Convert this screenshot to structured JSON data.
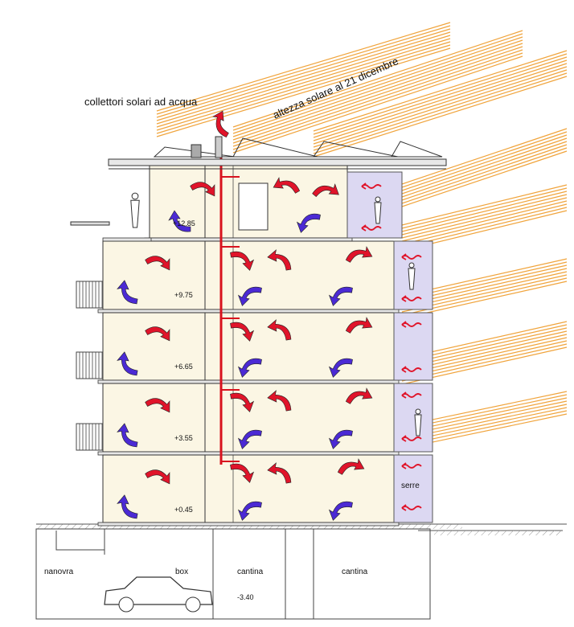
{
  "labels": {
    "solar_collectors": "collettori solari ad acqua",
    "sun_altitude": "altezza solare al 21 dicembre",
    "greenhouse": "serre",
    "garage": "nanovra",
    "box": "box",
    "cellar_1": "cantina",
    "cellar_2": "cantina"
  },
  "levels": {
    "roof": "+12.85",
    "floor_4": "+9.75",
    "floor_3": "+6.65",
    "floor_2": "+3.55",
    "floor_1": "+0.45",
    "basement": "-3.40"
  },
  "colors": {
    "sun_ray": "#f0a43c",
    "warm_air": "#e0142a",
    "cool_air": "#4b2ad4",
    "room_fill": "#fbf6e4",
    "greenhouse_fill": "#dcd8f2",
    "hot_pipe": "#d8121e"
  },
  "icons": [
    "warm-air-arrow-icon",
    "cool-air-arrow-icon",
    "person-icon",
    "car-icon",
    "solar-panel-icon"
  ]
}
